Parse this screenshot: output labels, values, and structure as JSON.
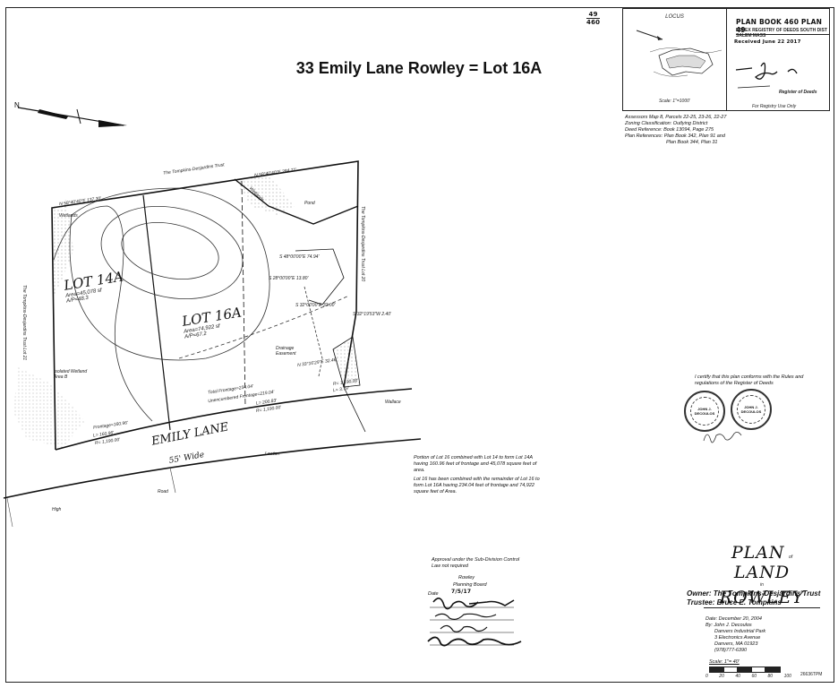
{
  "headline": "33 Emily Lane Rowley = Lot 16A",
  "sheet_ref": {
    "top": "49",
    "bottom": "460"
  },
  "locus": {
    "title": "LOCUS",
    "scale": "Scale: 1\"=1000'"
  },
  "registry": {
    "plan_book": "PLAN BOOK 460 PLAN 49",
    "registry_name": "ESSEX REGISTRY OF DEEDS SOUTH DIST SALEM MASS",
    "received": "Received June 22 2017",
    "footer": "For Registry Use Only",
    "register_label": "Register of Deeds"
  },
  "references": [
    "Assessors Map 8, Parcels 22-25, 23-26, 22-27",
    "Zoning Classification: Outlying District",
    "Deed Reference: Book 13094, Page 275",
    "Plan References: Plan Book 342, Plan 91 and",
    "Plan Book 344, Plan 31"
  ],
  "lots": [
    {
      "name": "LOT 14A",
      "area": "Area=45,078 sf",
      "parcel": "A/P=48.3"
    },
    {
      "name": "LOT 16A",
      "area": "Area=74,922 sf",
      "parcel": "A/P=67.2"
    }
  ],
  "street": {
    "name": "EMILY LANE",
    "width": "55' Wide"
  },
  "map_labels": {
    "abutter_north": "The Tompkins-Desjardins Trust",
    "abutter_east": "The Tompkins-Desjardins Trust Lot 20",
    "abutter_west": "The Tompkins-Desjardins Trust Lot 21",
    "wetlands": "Wetlands",
    "wetlands2": "Wetlands",
    "pond": "Pond",
    "isolated_wetland": "Isolated Wetland Area B",
    "drainage": "Drainage Easement",
    "frontage_14a": "Frontage=160.96'",
    "frontage_total": "Total Frontage=234.04'",
    "frontage_unenc": "Unencumbered Frontage=219.04'",
    "bearing_top": "N 58°40'40\"E 284.71'",
    "bearing_left": "N 58°40'40\"E 137.30'",
    "curve1": "R= 1,190.00'",
    "curve1_len": "L= 160.96'",
    "curve2": "R= 1,190.00'",
    "curve2_len": "L= 200.83'",
    "curve3": "R= 1,190.00'",
    "curve3_len": "L= 3.79'",
    "bearing_s1": "S 48°00'00\"E 74.94'",
    "bearing_s2": "S 28°00'00\"E 13.80'",
    "bearing_s3": "S 32°00'00\"E 32.00'",
    "bearing_s4": "S 32°19'53\"W 2.40'",
    "bearing_s5": "N 33°16'29\"E 32.46'",
    "lower_left_road": "High",
    "lower_mid_road": "Road",
    "lower_road2": "Lowton",
    "wallace": "Wallace"
  },
  "certification": "I certify that this plan conforms with the Rules and regulations of the Register of Deeds",
  "seal_text": [
    "JOHN J. DECOULOS",
    "JOHN J. DECOULOS"
  ],
  "lot_notes": [
    "Portion of Lot 16 combined with Lot 14 to form Lot 14A having 160.96 feet of frontage and 45,078 square feet of area.",
    "Lot 16 has been combined with the remainder of Lot 16 to form Lot 16A having 234.04 feet of frontage and 74,922 square feet of Area."
  ],
  "approval": {
    "statement": "Approval under the Sub-Division Control Law not required",
    "town": "Rowley",
    "board": "Planning Board",
    "date_label": "Date",
    "date_value": "7/5/17"
  },
  "plan_title": {
    "line1": "PLAN",
    "of": "of",
    "line2": "LAND",
    "in": "in",
    "town": "ROWLEY"
  },
  "owner": "Owner: The Tompkins-Desjardins Trust",
  "trustee": "Trustee: Bruce E. Tompkins",
  "surveyor": [
    "Date: December 20, 2004",
    "By: John J. Decoulos",
    "Danvers Industrial Park",
    "3 Electronics Avenue",
    "Danvers, MA 01923",
    "(978)777-6390"
  ],
  "scale_label": "Scale: 1\"= 40'",
  "scale_ticks": [
    "0",
    "20",
    "40",
    "60",
    "80",
    "100"
  ],
  "file_no": "26636TPM"
}
